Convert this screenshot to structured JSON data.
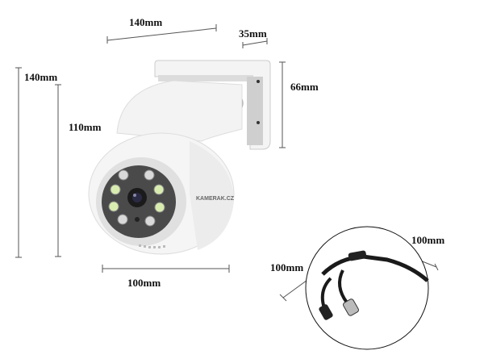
{
  "dimensions": {
    "bracket_width": "140mm",
    "bracket_depth": "35mm",
    "bracket_height": "66mm",
    "total_height": "140mm",
    "dome_height": "110mm",
    "dome_width": "100mm",
    "cable_length_a": "100mm",
    "cable_length_b": "100mm"
  },
  "product": {
    "brand_label": "KAMERAK.CZ"
  },
  "colors": {
    "body": "#f2f2f2",
    "bezel": "#4a4a4a",
    "led_white": "#d9d9d9",
    "led_green": "#d8ecb0",
    "dimension_line": "#555555",
    "cable": "#1a1a1a"
  }
}
